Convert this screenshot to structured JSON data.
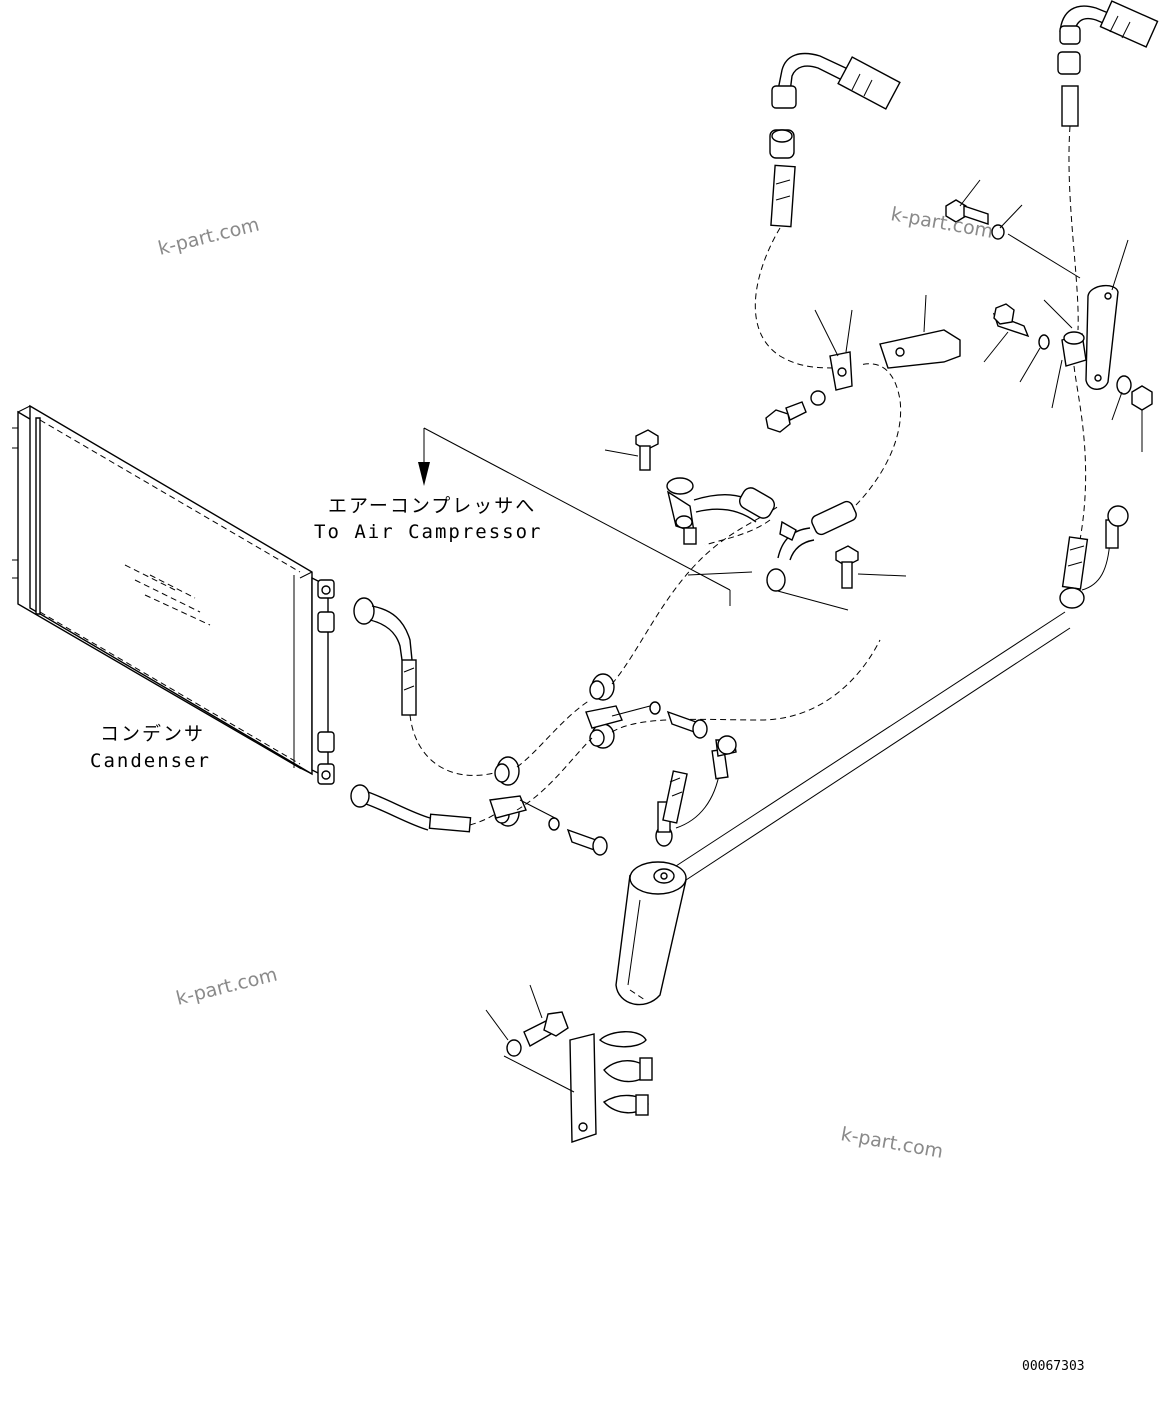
{
  "labels": {
    "compressor_jp": "エアーコンプレッサへ",
    "compressor_en": "To Air Campressor",
    "condenser_jp": "コンデンサ",
    "condenser_en": "Candenser"
  },
  "watermarks": [
    "k-part.com",
    "k-part.com",
    "k-part.com",
    "k-part.com"
  ],
  "drawing_code": "00067303",
  "colors": {
    "line": "#000000",
    "watermark": "#8a8a8a",
    "background": "#ffffff"
  }
}
